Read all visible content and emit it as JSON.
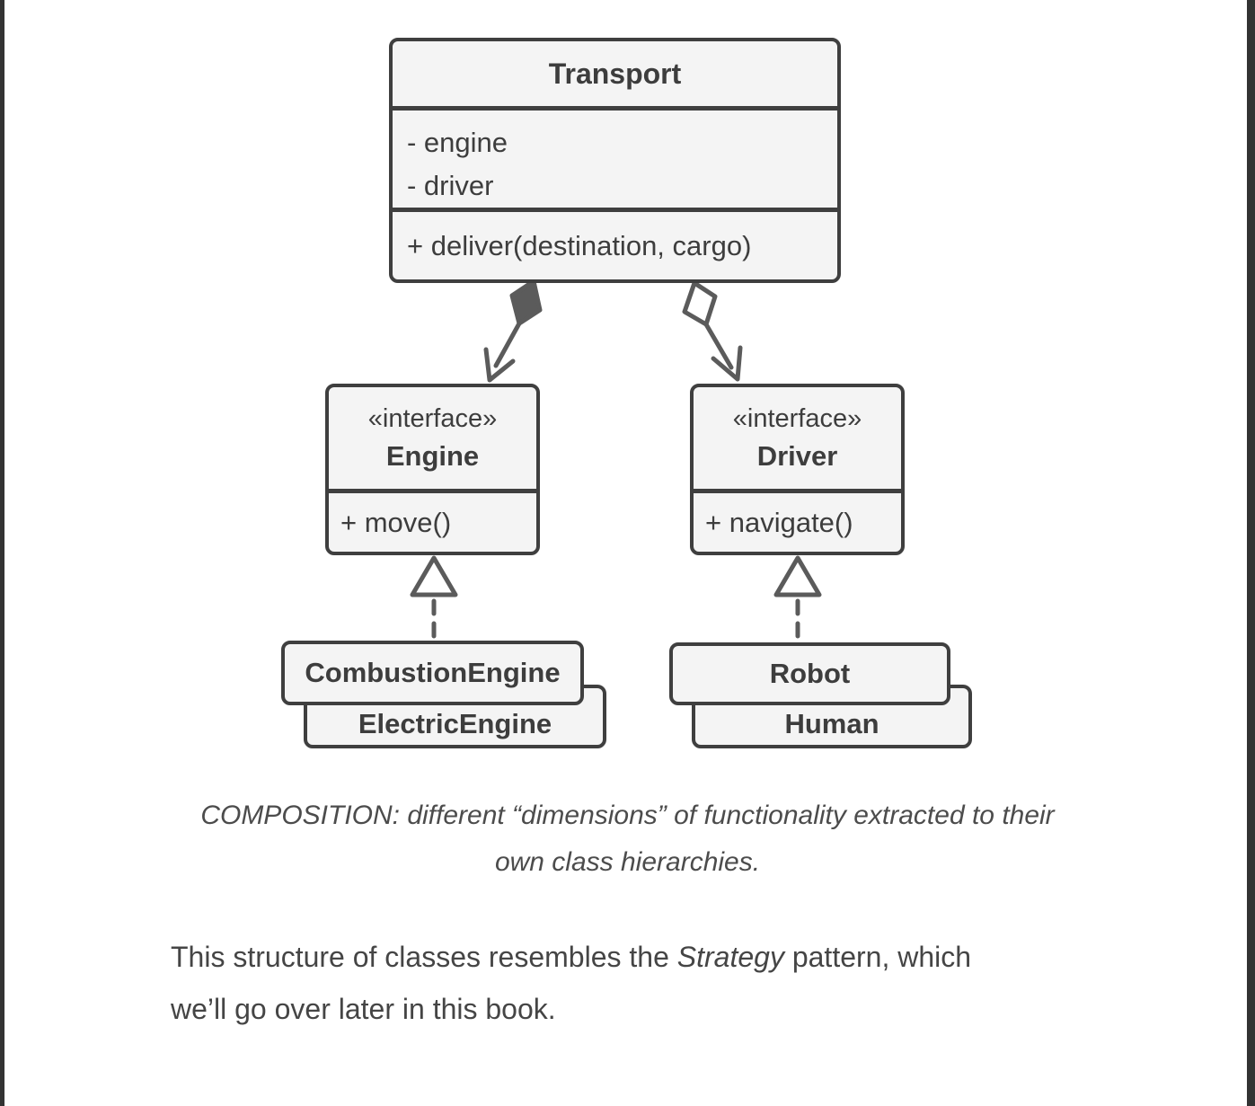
{
  "colors": {
    "page_background": "#ffffff",
    "edge_bar": "#333333",
    "box_fill": "#f4f4f4",
    "box_border": "#3f3f3f",
    "text": "#3d3d3d",
    "connector": "#5b5b5b",
    "caption_text": "#4c4c4c"
  },
  "diagram": {
    "transport": {
      "name": "Transport",
      "attributes": [
        "- engine",
        "- driver"
      ],
      "methods": [
        "+ deliver(destination, cargo)"
      ]
    },
    "engine_interface": {
      "stereotype": "«interface»",
      "name": "Engine",
      "methods": [
        "+ move()"
      ]
    },
    "driver_interface": {
      "stereotype": "«interface»",
      "name": "Driver",
      "methods": [
        "+ navigate()"
      ]
    },
    "engine_implementations": [
      "CombustionEngine",
      "ElectricEngine"
    ],
    "driver_implementations": [
      "Robot",
      "Human"
    ],
    "relationships": [
      {
        "type": "composition",
        "from": "Transport",
        "to": "Engine",
        "diamond": "filled"
      },
      {
        "type": "aggregation",
        "from": "Transport",
        "to": "Driver",
        "diamond": "hollow"
      },
      {
        "type": "realization",
        "from": "CombustionEngine, ElectricEngine",
        "to": "Engine"
      },
      {
        "type": "realization",
        "from": "Robot, Human",
        "to": "Driver"
      }
    ]
  },
  "caption": {
    "lines": [
      "COMPOSITION: different “dimensions” of functionality extracted to their",
      "own class hierarchies."
    ]
  },
  "paragraph": {
    "before_italic": "This structure of classes resembles the ",
    "italic": "Strategy",
    "after_italic_line1": " pattern, which",
    "line2": "we’ll go over later in this book."
  }
}
